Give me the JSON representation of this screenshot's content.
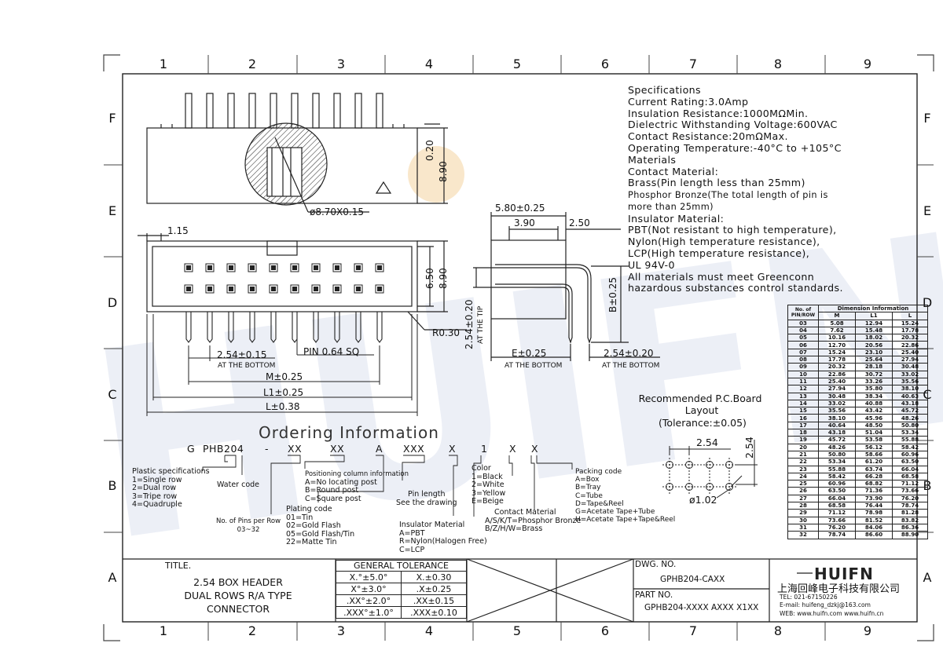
{
  "grid": {
    "cols": [
      "1",
      "2",
      "3",
      "4",
      "5",
      "6",
      "7",
      "8",
      "9"
    ],
    "rows": [
      "F",
      "E",
      "D",
      "C",
      "B",
      "A"
    ]
  },
  "watermark": "HUIFN",
  "specs": {
    "heading": "Specifications",
    "current": "Current Rating:3.0Amp",
    "insulation": "Insulation Resistance:1000MΩMin.",
    "dielectric": "Dielectric Withstanding Voltage:600VAC",
    "contact_res": "Contact Resistance:20mΩMax.",
    "temp": "Operating Temperature:-40°C to +105°C",
    "materials": "Materials",
    "contact_mat": "Contact Material:",
    "brass": "Brass(Pin length less than 25mm)",
    "phosphor": "Phosphor Bronze(The total length of pin is more than 25mm)",
    "insulator": "Insulator Material:",
    "pbt": "PBT(Not resistant to high temperature),",
    "nylon": "Nylon(High temperature resistance),",
    "lcp": "LCP(High temperature resistance),",
    "ul": "UL 94V-0",
    "greenconn1": "All materials must meet Greenconn",
    "greenconn2": "hazardous substances control standards."
  },
  "dim_table": {
    "title": "Dimension Information",
    "header_pin": "No. of PIN/ROW",
    "columns": [
      "M",
      "L1",
      "L"
    ],
    "rows": [
      [
        "03",
        "5.08",
        "12.94",
        "15.24"
      ],
      [
        "04",
        "7.62",
        "15.48",
        "17.78"
      ],
      [
        "05",
        "10.16",
        "18.02",
        "20.32"
      ],
      [
        "06",
        "12.70",
        "20.56",
        "22.86"
      ],
      [
        "07",
        "15.24",
        "23.10",
        "25.40"
      ],
      [
        "08",
        "17.78",
        "25.64",
        "27.94"
      ],
      [
        "09",
        "20.32",
        "28.18",
        "30.48"
      ],
      [
        "10",
        "22.86",
        "30.72",
        "33.02"
      ],
      [
        "11",
        "25.40",
        "33.26",
        "35.56"
      ],
      [
        "12",
        "27.94",
        "35.80",
        "38.10"
      ],
      [
        "13",
        "30.48",
        "38.34",
        "40.63"
      ],
      [
        "14",
        "33.02",
        "40.88",
        "43.18"
      ],
      [
        "15",
        "35.56",
        "43.42",
        "45.72"
      ],
      [
        "16",
        "38.10",
        "45.96",
        "48.26"
      ],
      [
        "17",
        "40.64",
        "48.50",
        "50.80"
      ],
      [
        "18",
        "43.18",
        "51.04",
        "53.34"
      ],
      [
        "19",
        "45.72",
        "53.58",
        "55.88"
      ],
      [
        "20",
        "48.26",
        "56.12",
        "58.42"
      ],
      [
        "21",
        "50.80",
        "58.66",
        "60.96"
      ],
      [
        "22",
        "53.34",
        "61.20",
        "63.50"
      ],
      [
        "23",
        "55.88",
        "63.74",
        "66.04"
      ],
      [
        "24",
        "58.42",
        "66.28",
        "68.58"
      ],
      [
        "25",
        "60.96",
        "68.82",
        "71.12"
      ],
      [
        "26",
        "63.50",
        "71.36",
        "73.66"
      ],
      [
        "27",
        "66.04",
        "73.90",
        "76.20"
      ],
      [
        "28",
        "68.58",
        "76.44",
        "78.74"
      ],
      [
        "29",
        "71.12",
        "78.98",
        "81.28"
      ],
      [
        "30",
        "73.66",
        "81.52",
        "83.82"
      ],
      [
        "31",
        "76.20",
        "84.06",
        "86.36"
      ],
      [
        "32",
        "78.74",
        "86.60",
        "88.90"
      ]
    ]
  },
  "dims": {
    "d020": "0.20",
    "d890_top": "8.90",
    "circle": "ø8.70X0.15",
    "d115": "1.15",
    "d650": "6.50",
    "d890_side": "8.90",
    "r030": "R0.30",
    "pitch": "2.54±0.15",
    "at_bottom": "AT THE BOTTOM",
    "pin_sq": "PIN 0.64 SQ",
    "m": "M±0.25",
    "l1": "L1±0.25",
    "l": "L±0.38",
    "d580": "5.80±0.25",
    "d390": "3.90",
    "d250": "2.50",
    "b": "B±0.25",
    "v254": "2.54±0.20",
    "v_at_tip": "AT THE TIP",
    "e": "E±0.25",
    "h254": "2.54±0.20"
  },
  "pcb": {
    "title1": "Recommended P.C.Board",
    "title2": "Layout",
    "title3": "(Tolerance:±0.05)",
    "d254h": "2.54",
    "d254v": "2.54",
    "hole": "ø1.02"
  },
  "ordering": {
    "title": "Ordering Information",
    "code": [
      "G",
      "PHB204",
      "-",
      "XX",
      "XX",
      "A",
      "XXX",
      "X",
      "1",
      "X",
      "X"
    ],
    "plastic": [
      "Plastic specifications",
      "1=Single row",
      "2=Dual row",
      "3=Tripe row",
      "4=Quadruple"
    ],
    "water": "Water code",
    "npins": [
      "No. of Pins per Row",
      "03~32"
    ],
    "plating": [
      "Plating code",
      "01=Tin",
      "02=Gold Flash",
      "05=Gold Flash/Tin",
      "22=Matte Tin"
    ],
    "position": [
      "Positioning column information",
      "A=No locating post",
      "B=Round post",
      "C=Square post"
    ],
    "pinlen": [
      "Pin length",
      "See the drawing"
    ],
    "insulator": [
      "Insulator Material",
      "A=PBT",
      "R=Nylon(Halogen Free)",
      "C=LCP"
    ],
    "color": [
      "Color",
      "1=Black",
      "2=White",
      "3=Yellow",
      "E=Beige"
    ],
    "contact": [
      "Contact Material",
      "A/S/K/T=Phosphor Bronze",
      "B/Z/H/W=Brass"
    ],
    "packing": [
      "Packing code",
      "A=Box",
      "B=Tray",
      "C=Tube",
      "D=Tape&Reel",
      "G=Acetate Tape+Tube",
      "H=Acetate Tape+Tape&Reel"
    ]
  },
  "titleblock": {
    "title_label": "TITLE.",
    "title1": "2.54 BOX HEADER",
    "title2": "DUAL ROWS R/A TYPE",
    "title3": "CONNECTOR",
    "tol_header": "GENERAL TOLERANCE",
    "tol": [
      [
        "X.°±5.0°",
        "X.±0.30"
      ],
      [
        "X°±3.0°",
        ".X±0.25"
      ],
      [
        ".XX°±2.0°",
        ".XX±0.15"
      ],
      [
        ".XXX°±1.0°",
        ".XXX±0.10"
      ]
    ],
    "dwg_label": "DWG. NO.",
    "dwg_no": "GPHB204-CAXX",
    "part_label": "PART NO.",
    "part_no": "GPHB204-XXXX AXXX X1XX",
    "logo": "HUIFN",
    "company": "上海回峰电子科技有限公司",
    "tel": "TEL: 021-67150226",
    "email": "E-mail: huifeng_dzkj@163.com",
    "web": "WEB: www.huifn.com  www.huifn.cn"
  }
}
